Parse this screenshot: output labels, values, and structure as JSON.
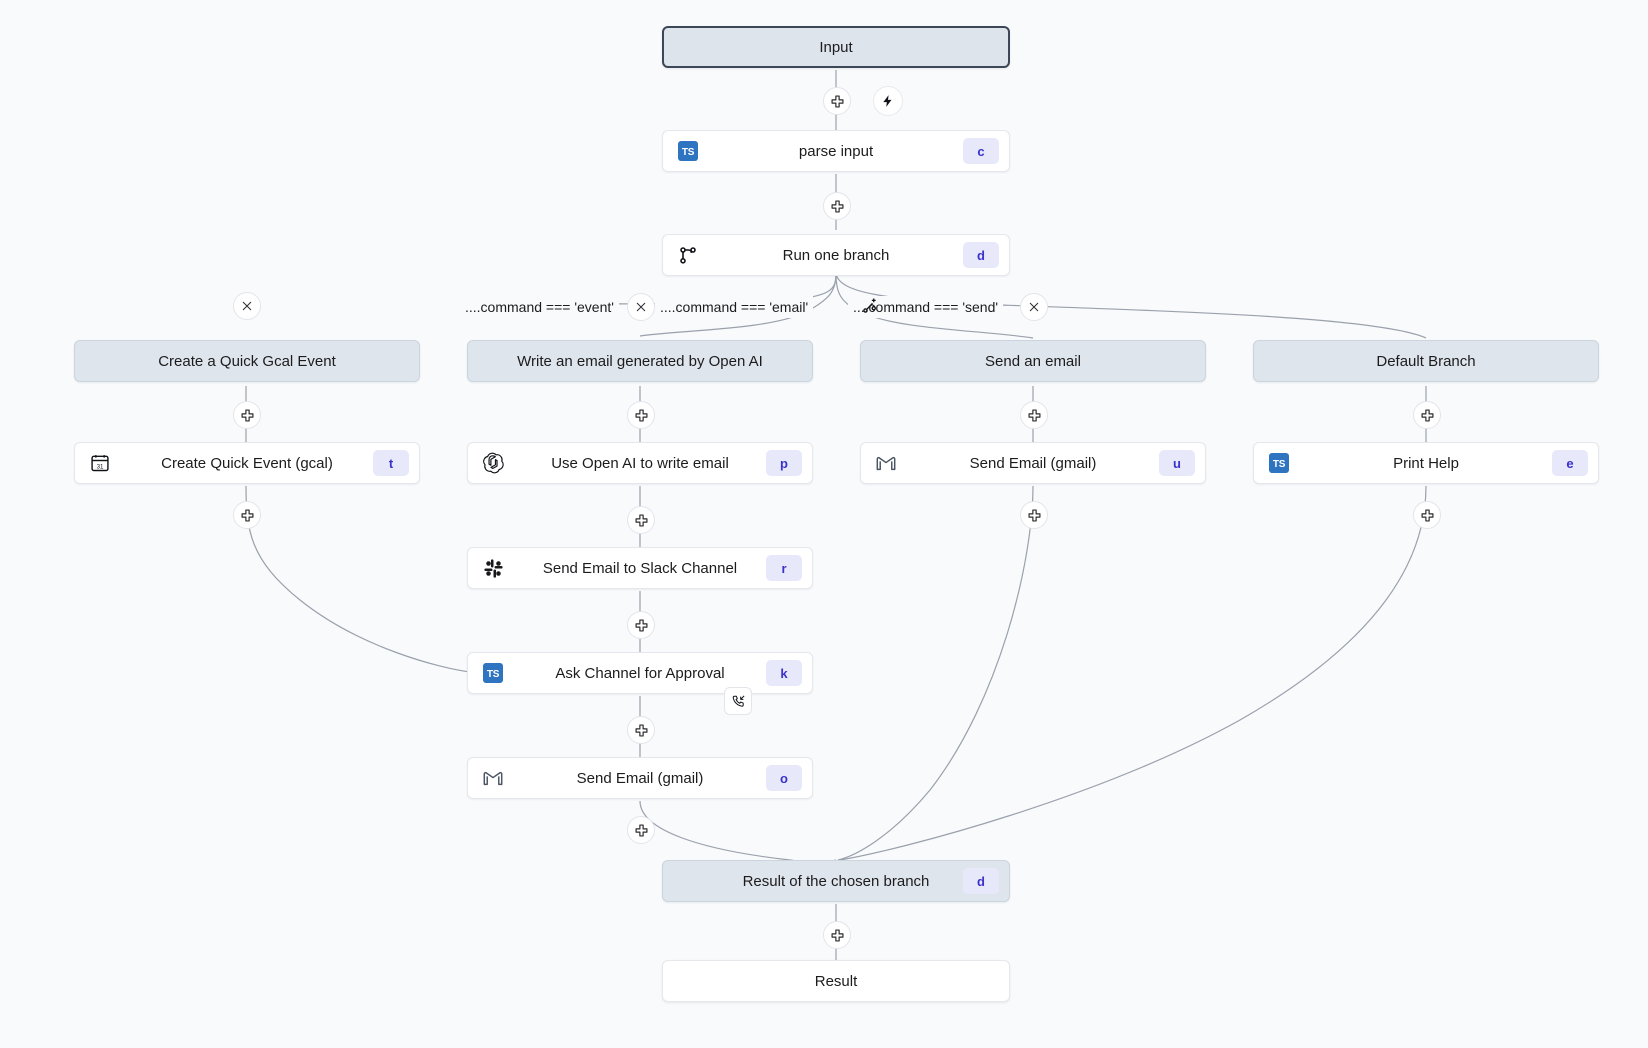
{
  "canvas": {
    "background": "#f8fafc",
    "accent_badge_bg": "#e8e8fb",
    "accent_badge_fg": "#3b33c9",
    "node_grey": "#dfe5ec",
    "node_white": "#ffffff"
  },
  "nodes": {
    "input": {
      "label": "Input",
      "icon": "none",
      "badge": ""
    },
    "parse_input": {
      "label": "parse input",
      "icon": "ts-icon",
      "badge": "c"
    },
    "run_branch": {
      "label": "Run one branch",
      "icon": "branch-icon",
      "badge": "d"
    },
    "branch_event": {
      "label": "Create a Quick Gcal Event",
      "icon": "none",
      "badge": ""
    },
    "branch_email": {
      "label": "Write an email generated by Open AI",
      "icon": "none",
      "badge": ""
    },
    "branch_send": {
      "label": "Send an email",
      "icon": "none",
      "badge": ""
    },
    "branch_default": {
      "label": "Default Branch",
      "icon": "none",
      "badge": ""
    },
    "gcal": {
      "label": "Create Quick Event (gcal)",
      "icon": "calendar-icon",
      "badge": "t"
    },
    "openai": {
      "label": "Use Open AI to write email",
      "icon": "openai-icon",
      "badge": "p"
    },
    "slack": {
      "label": "Send Email to Slack Channel",
      "icon": "slack-icon",
      "badge": "r"
    },
    "approval": {
      "label": "Ask Channel for Approval",
      "icon": "ts-icon",
      "badge": "k"
    },
    "gmail_branch": {
      "label": "Send Email (gmail)",
      "icon": "gmail-icon",
      "badge": "o"
    },
    "gmail_send": {
      "label": "Send Email (gmail)",
      "icon": "gmail-icon",
      "badge": "u"
    },
    "print_help": {
      "label": "Print Help",
      "icon": "ts-icon",
      "badge": "e"
    },
    "result_branch": {
      "label": "Result of the chosen branch",
      "icon": "none",
      "badge": "d"
    },
    "result": {
      "label": "Result",
      "icon": "none",
      "badge": ""
    }
  },
  "branch_conditions": [
    {
      "id": "cond-event",
      "text": "....command === 'event'"
    },
    {
      "id": "cond-email",
      "text": "....command === 'email'"
    },
    {
      "id": "cond-send",
      "text": "....command === 'send'"
    }
  ],
  "controls": {
    "add_step_icon": "plus-icon",
    "remove_branch_icon": "close-icon",
    "add_branch_icon": "add-branch-icon",
    "trigger_icon": "bolt-icon",
    "suspend_icon": "phone-callback-icon"
  }
}
